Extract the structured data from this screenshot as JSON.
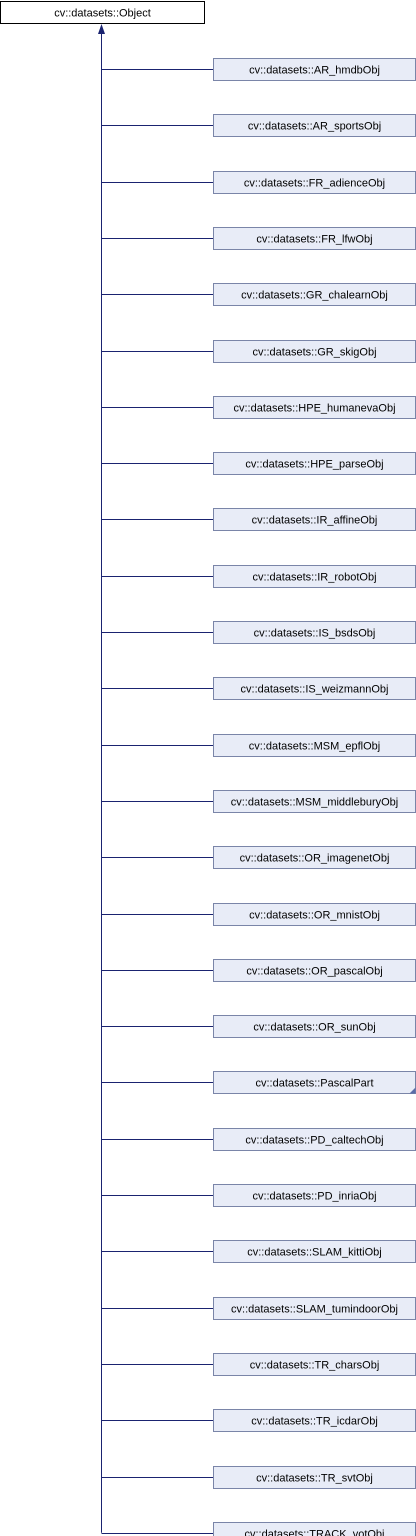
{
  "diagram": {
    "root": {
      "label": "cv::datasets::Object"
    },
    "children": [
      {
        "label": "cv::datasets::AR_hmdbObj"
      },
      {
        "label": "cv::datasets::AR_sportsObj"
      },
      {
        "label": "cv::datasets::FR_adienceObj"
      },
      {
        "label": "cv::datasets::FR_lfwObj"
      },
      {
        "label": "cv::datasets::GR_chalearnObj"
      },
      {
        "label": "cv::datasets::GR_skigObj"
      },
      {
        "label": "cv::datasets::HPE_humanevaObj"
      },
      {
        "label": "cv::datasets::HPE_parseObj"
      },
      {
        "label": "cv::datasets::IR_affineObj"
      },
      {
        "label": "cv::datasets::IR_robotObj"
      },
      {
        "label": "cv::datasets::IS_bsdsObj"
      },
      {
        "label": "cv::datasets::IS_weizmannObj"
      },
      {
        "label": "cv::datasets::MSM_epflObj"
      },
      {
        "label": "cv::datasets::MSM_middleburyObj"
      },
      {
        "label": "cv::datasets::OR_imagenetObj"
      },
      {
        "label": "cv::datasets::OR_mnistObj"
      },
      {
        "label": "cv::datasets::OR_pascalObj"
      },
      {
        "label": "cv::datasets::OR_sunObj"
      },
      {
        "label": "cv::datasets::PascalPart",
        "has_more_marker": true
      },
      {
        "label": "cv::datasets::PD_caltechObj"
      },
      {
        "label": "cv::datasets::PD_inriaObj"
      },
      {
        "label": "cv::datasets::SLAM_kittiObj"
      },
      {
        "label": "cv::datasets::SLAM_tumindoorObj"
      },
      {
        "label": "cv::datasets::TR_charsObj"
      },
      {
        "label": "cv::datasets::TR_icdarObj"
      },
      {
        "label": "cv::datasets::TR_svtObj"
      },
      {
        "label": "cv::datasets::TRACK_votObj"
      }
    ]
  }
}
